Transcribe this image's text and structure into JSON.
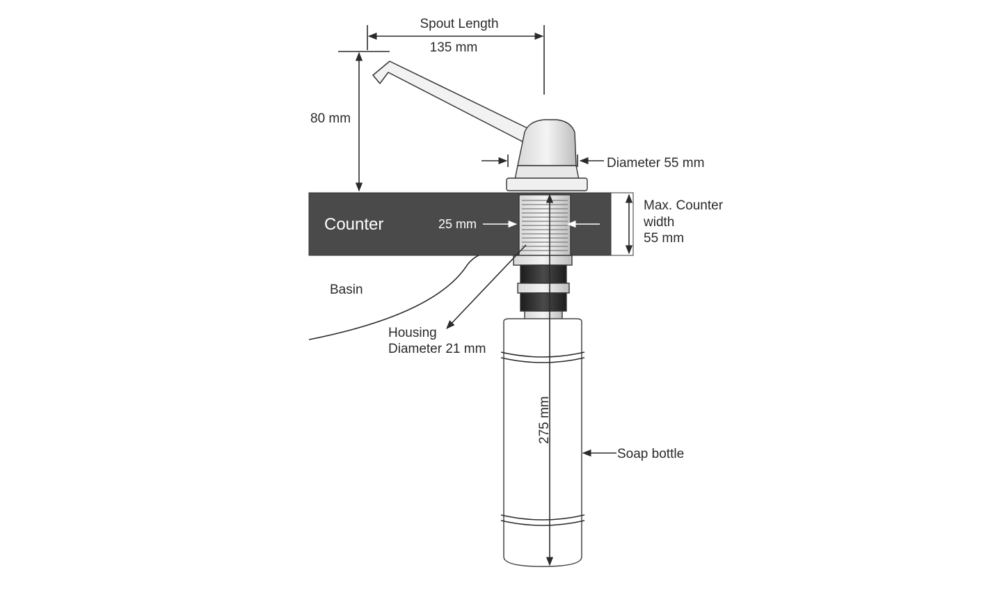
{
  "labels": {
    "spout_length": "Spout Length",
    "spout_length_value": "135 mm",
    "height": "80 mm",
    "head_diameter": "Diameter 55 mm",
    "counter": "Counter",
    "thread_diameter": "25 mm",
    "max_counter_line1": "Max. Counter",
    "max_counter_line2": "width",
    "max_counter_line3": "55 mm",
    "basin": "Basin",
    "housing_line1": "Housing",
    "housing_line2": "Diameter 21 mm",
    "bottle_length": "275 mm",
    "soap_bottle": "Soap bottle"
  },
  "colors": {
    "counter_fill": "#4a4a4a",
    "line": "#2a2a2a",
    "background": "#ffffff"
  }
}
